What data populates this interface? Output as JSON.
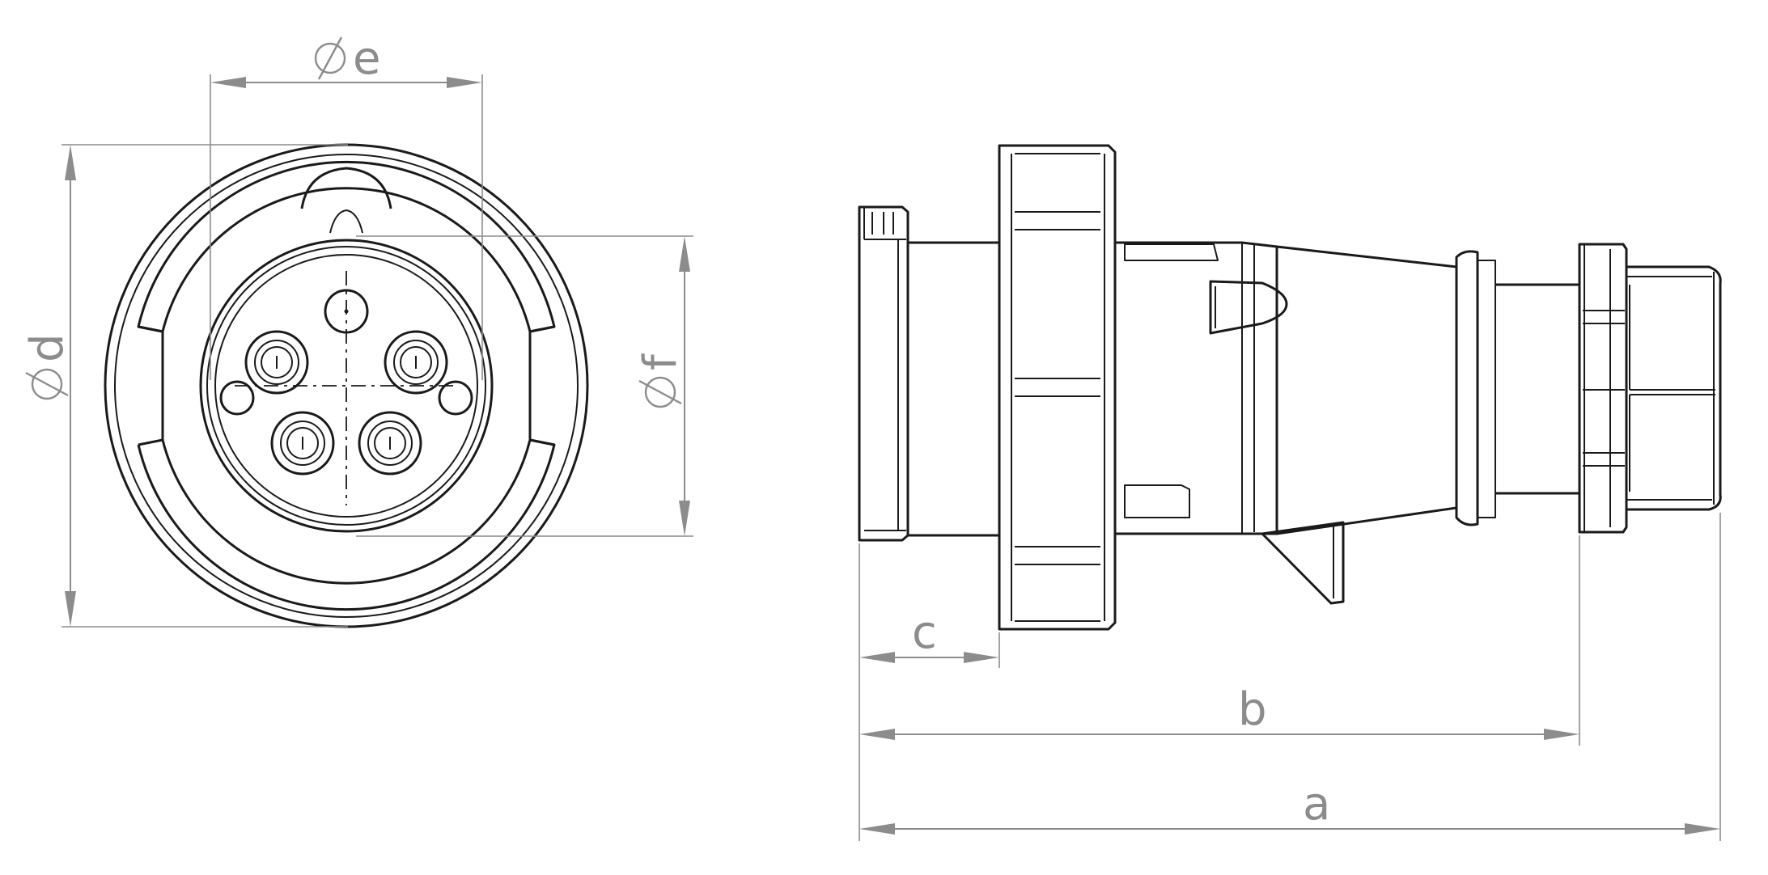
{
  "diameter_symbol": "⌀",
  "dimensions": {
    "a": "a",
    "b": "b",
    "c": "c",
    "d": "d",
    "e": "e",
    "f": "f"
  },
  "colors": {
    "outline": "#1a1a1a",
    "dimension": "#8c8c8c",
    "background": "#ffffff"
  }
}
